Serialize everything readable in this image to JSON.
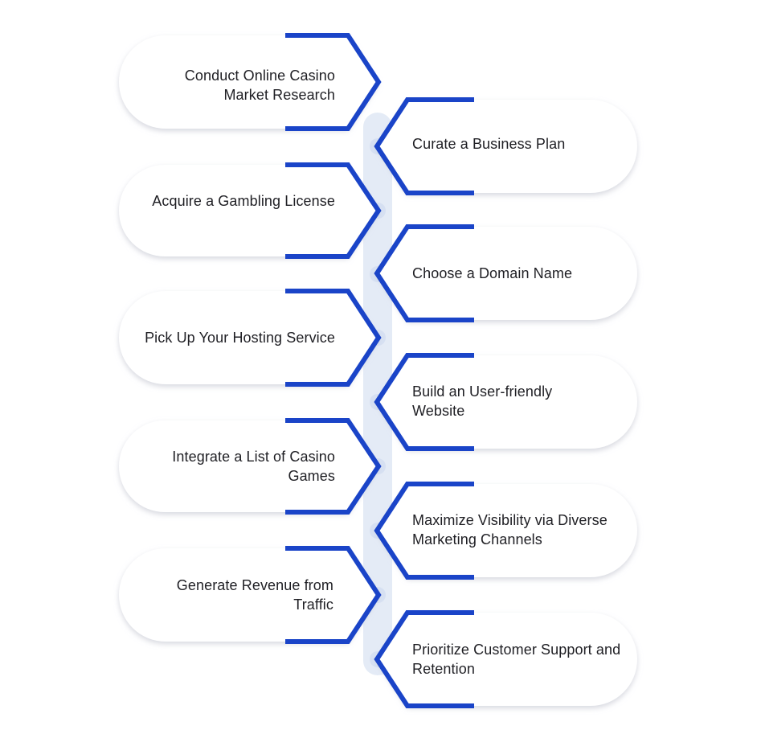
{
  "colors": {
    "accent": "#1a44c8",
    "connector": "#e4ebf6",
    "card_fill": "#ffffff",
    "card_shadow": "#d8dbe3",
    "text": "#1f1f24"
  },
  "steps": [
    {
      "label": "Conduct Online Casino Market Research",
      "side": "left"
    },
    {
      "label": "Curate a Business Plan",
      "side": "right"
    },
    {
      "label": "Acquire a Gambling License",
      "side": "left"
    },
    {
      "label": "Choose a Domain Name",
      "side": "right"
    },
    {
      "label": "Pick Up Your Hosting Service",
      "side": "left"
    },
    {
      "label": "Build an User-friendly Website",
      "side": "right"
    },
    {
      "label": "Integrate a List of Casino Games",
      "side": "left"
    },
    {
      "label": "Maximize Visibility via Diverse Marketing Channels",
      "side": "right"
    },
    {
      "label": "Generate Revenue from Traffic",
      "side": "left"
    },
    {
      "label": "Prioritize Customer Support and Retention",
      "side": "right"
    }
  ]
}
